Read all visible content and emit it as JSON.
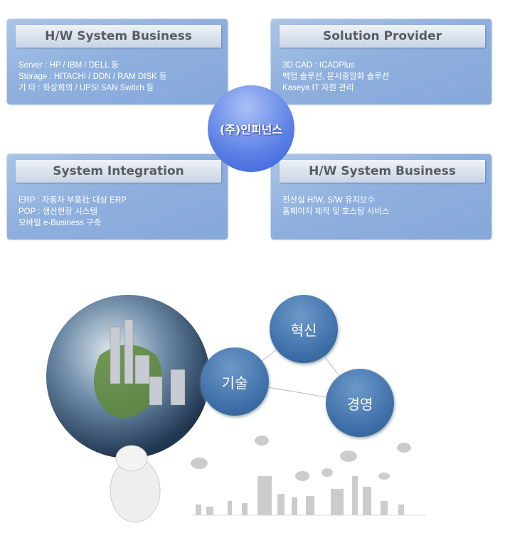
{
  "center_label": "(주)인피넌스",
  "boxes": [
    {
      "title": "H/W System Business",
      "lines": [
        "Server : HP / IBM / DELL 등",
        "Storage : HITACHI / DDN / RAM DISK 등",
        "기 타 : 화상회의 / UPS/ SAN Switch 등"
      ]
    },
    {
      "title": "Solution Provider",
      "lines": [
        "3D CAD : ICADPlus",
        "백업 솔루션, 문서중앙화 솔루션",
        "Kaseya IT 자원 관리"
      ]
    },
    {
      "title": "System Integration",
      "lines": [
        "ERP : 자동차 부품社 대상 ERP",
        "POP : 생산현장 시스템",
        "모바일 e-Business 구축"
      ]
    },
    {
      "title": "H/W System Business",
      "lines": [
        "전산실 H/W, S/W 유지보수",
        "홈페이지 제작 및 호스팅 서비스"
      ]
    }
  ],
  "values": {
    "innovation": "혁신",
    "technology": "기술",
    "management": "경영"
  }
}
